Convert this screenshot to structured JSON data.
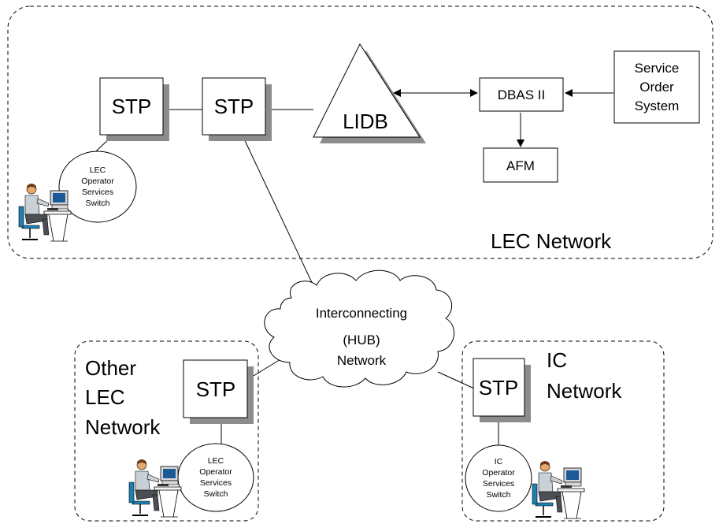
{
  "lec_network": {
    "label": "LEC Network",
    "stp_left": "STP",
    "stp_right": "STP",
    "lidb": "LIDB",
    "dbas": "DBAS II",
    "afm": "AFM",
    "service_order": [
      "Service",
      "Order",
      "System"
    ],
    "oss": [
      "LEC",
      "Operator",
      "Services",
      "Switch"
    ]
  },
  "hub": {
    "label": [
      "Interconnecting",
      "(HUB)",
      "Network"
    ]
  },
  "other_lec": {
    "label": [
      "Other",
      "LEC",
      "Network"
    ],
    "stp": "STP",
    "oss": [
      "LEC",
      "Operator",
      "Services",
      "Switch"
    ]
  },
  "ic": {
    "label": [
      "IC",
      "Network"
    ],
    "stp": "STP",
    "oss": [
      "IC",
      "Operator",
      "Services",
      "Switch"
    ]
  }
}
